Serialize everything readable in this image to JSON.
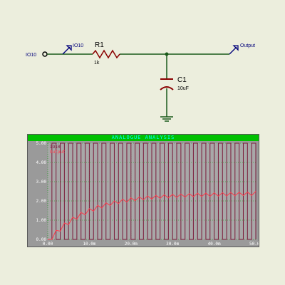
{
  "schematic": {
    "input_terminal": "IO10",
    "input_probe": "IO10",
    "output_probe": "Output",
    "resistor": {
      "name": "R1",
      "value": "1k"
    },
    "capacitor": {
      "name": "C1",
      "value": "10uF"
    }
  },
  "graph": {
    "title": "ANALOGUE ANALYSIS",
    "colors": {
      "titlebar": "#00c000",
      "title_text": "#00ffff",
      "grid": "#00a000",
      "io10": "#7a1a3a",
      "output": "#ff3a4a"
    }
  },
  "chart_data": {
    "type": "line",
    "xlim": [
      0,
      50
    ],
    "ylim": [
      0,
      5
    ],
    "x_ticks": [
      "0.00",
      "10.0m",
      "20.0m",
      "30.0m",
      "40.0m",
      "50.0m"
    ],
    "y_ticks": [
      "0.00",
      "1.00",
      "2.00",
      "3.00",
      "4.00",
      "5.00"
    ],
    "legend": [
      "IO10",
      "Output"
    ],
    "series": [
      {
        "name": "IO10",
        "type": "square",
        "high": 5,
        "low": 0,
        "period": 2,
        "duty": 0.5,
        "start": 1
      },
      {
        "name": "Output",
        "x": [
          0,
          1,
          2,
          3,
          4,
          5,
          6,
          7,
          8,
          9,
          10,
          11,
          12,
          13,
          14,
          15,
          16,
          17,
          18,
          19,
          20,
          21,
          22,
          23,
          24,
          25,
          26,
          27,
          28,
          29,
          30,
          31,
          32,
          33,
          34,
          35,
          36,
          37,
          38,
          39,
          40,
          41,
          42,
          43,
          44,
          45,
          46,
          47,
          48,
          49,
          50
        ],
        "y": [
          0,
          0,
          0.47,
          0.43,
          0.85,
          0.77,
          1.15,
          1.05,
          1.4,
          1.28,
          1.6,
          1.47,
          1.77,
          1.63,
          1.9,
          1.76,
          2.0,
          1.86,
          2.09,
          1.94,
          2.16,
          2.01,
          2.21,
          2.06,
          2.26,
          2.1,
          2.29,
          2.14,
          2.32,
          2.16,
          2.34,
          2.18,
          2.36,
          2.2,
          2.38,
          2.22,
          2.4,
          2.23,
          2.41,
          2.24,
          2.42,
          2.25,
          2.43,
          2.26,
          2.44,
          2.27,
          2.45,
          2.28,
          2.46,
          2.28,
          2.5
        ]
      }
    ]
  }
}
